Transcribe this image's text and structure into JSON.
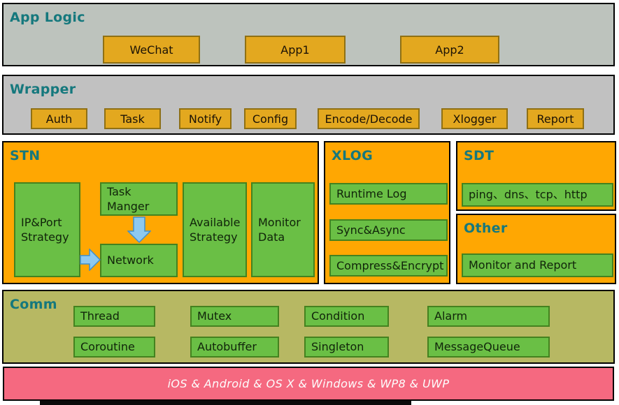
{
  "app_logic": {
    "title": "App Logic",
    "buttons": [
      "WeChat",
      "App1",
      "App2"
    ]
  },
  "wrapper": {
    "title": "Wrapper",
    "buttons": [
      "Auth",
      "Task",
      "Notify",
      "Config",
      "Encode/Decode",
      "Xlogger",
      "Report"
    ]
  },
  "stn": {
    "title": "STN",
    "ip_port_strategy": "IP&Port Strategy",
    "task_manager": "Task Manger",
    "network": "Network",
    "available_strategy": "Available Strategy",
    "monitor_data": "Monitor Data"
  },
  "xlog": {
    "title": "XLOG",
    "items": [
      "Runtime Log",
      "Sync&Async",
      "Compress&Encrypt"
    ]
  },
  "sdt": {
    "title": "SDT",
    "items": [
      "ping、dns、tcp、http"
    ]
  },
  "other": {
    "title": "Other",
    "items": [
      "Monitor and Report"
    ]
  },
  "comm": {
    "title": "Comm",
    "row1": [
      "Thread",
      "Mutex",
      "Condition",
      "Alarm"
    ],
    "row2": [
      "Coroutine",
      "Autobuffer",
      "Singleton",
      "MessageQueue"
    ]
  },
  "platform_bar": {
    "label": "iOS & Android & OS X & Windows & WP8 & UWP"
  },
  "colors": {
    "title_teal": "#15787d",
    "app_logic_bg": "#bdc3bd",
    "wrapper_bg": "#c1c1c1",
    "orange_panel_bg": "#ffa702",
    "orange_button_bg": "#e3a81f",
    "green_box_bg": "#6abf45",
    "comm_olive_bg": "#b7b863",
    "platform_bar_pink": "#f56980",
    "arrow_blue": "#8ec9f0"
  }
}
